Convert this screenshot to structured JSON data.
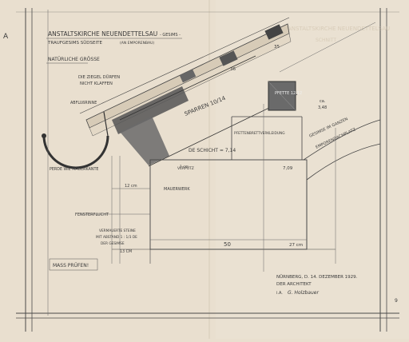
{
  "sheet": {
    "corner_mark": "A",
    "title_line1": "ANSTALTSKIRCHE NEUENDETTELSAU",
    "title_line1_suffix": "- GESIMS -",
    "title_line2": "TRAUFGESIMS SÜDSEITE",
    "title_line2_suffix": "(AN EMPORENBAU)",
    "scale_note": "NATÜRLICHE GRÖSSE",
    "note_tiles": "DIE ZIEGEL DÜRFEN",
    "note_tiles_2": "NICHT KLAFFEN",
    "label_gutter": "ABFLUßRINNE",
    "label_rafter": "SPARREN 10/14",
    "label_flag": "PFETTENBRETTVERKLEIDUNG",
    "label_purlin": "PFETTE 12/12",
    "label_layer": "DE SCHICHT = 7,14",
    "label_wall": "MAUERWERK",
    "label_eaves_line": "FENSTERFLUCHT",
    "label_fixed_left": "PERDE WIE MAUERKANTE",
    "label_plaster": "VERPUTZ",
    "label_stones_1": "VERMAUERTE STEINE",
    "label_stones_2": "MIT ABSTAND 1 : 1/3 DE",
    "label_stones_3": "DER GESIMSE",
    "label_stones_4": "13 CM",
    "label_right_note": "GESIMSE IM GANZEN",
    "label_right_note_2": "EMPORENDACHPLATZ",
    "dim_12cm": "12 cm",
    "dim_ca": "ca.",
    "dim_50": "50",
    "dim_27cm": "27 cm",
    "dim_7": "7,09",
    "dim_36": "36",
    "dim_35": "35",
    "dim_348": "3,48",
    "dim_1": "1 cm",
    "signature_place_date": "NÜRNBERG, D. 14. DEZEMBER 1929.",
    "signature_title": "DER ARCHITEKT",
    "signature_name": "G. Holzbauer",
    "signature_prefix": "i.A.",
    "stamp": "MASS PRÜFEN!",
    "faded_right_1": "ANSTALTSKIRCHE NEUENDETTELSAU",
    "faded_right_2": "SCHNITT",
    "page_number": "9"
  }
}
